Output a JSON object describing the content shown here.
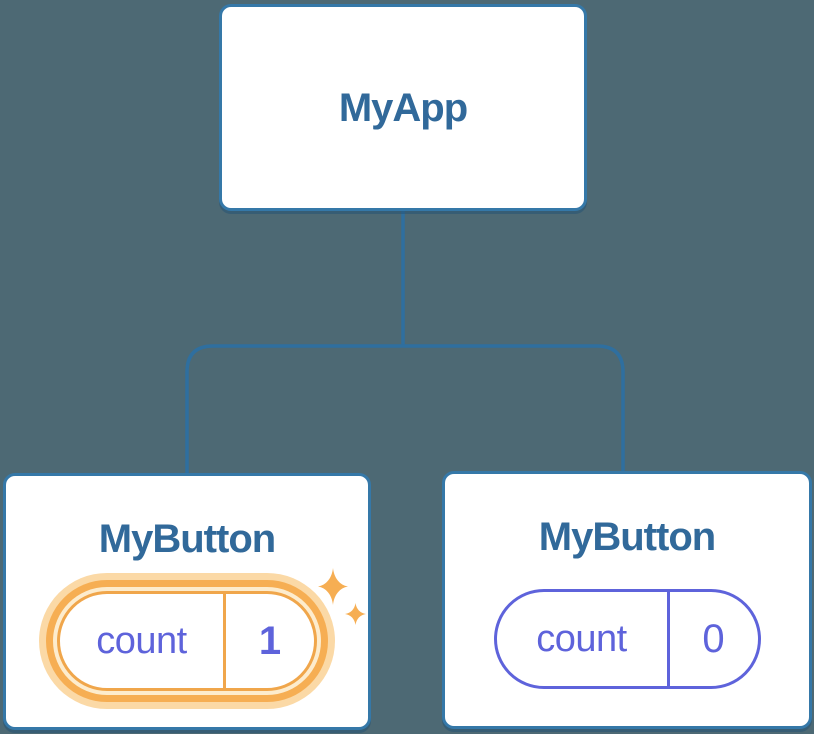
{
  "canvas": {
    "background": "#4d6974"
  },
  "palette": {
    "node_border_blue": "#3578a8",
    "connector_blue": "#2f6f9f",
    "title_blue": "#31699a",
    "state_purple": "#5e63db",
    "highlight_orange": "#f6ae53",
    "highlight_orange_pale": "#fbd9a6",
    "highlight_orange_deep": "#f0a64b"
  },
  "icons": {
    "sparkle": "four-point-star"
  },
  "tree": {
    "root": {
      "label": "MyApp"
    },
    "children": [
      {
        "label": "MyButton",
        "state_name": "count",
        "state_value": "1",
        "highlighted": true
      },
      {
        "label": "MyButton",
        "state_name": "count",
        "state_value": "0",
        "highlighted": false
      }
    ]
  }
}
